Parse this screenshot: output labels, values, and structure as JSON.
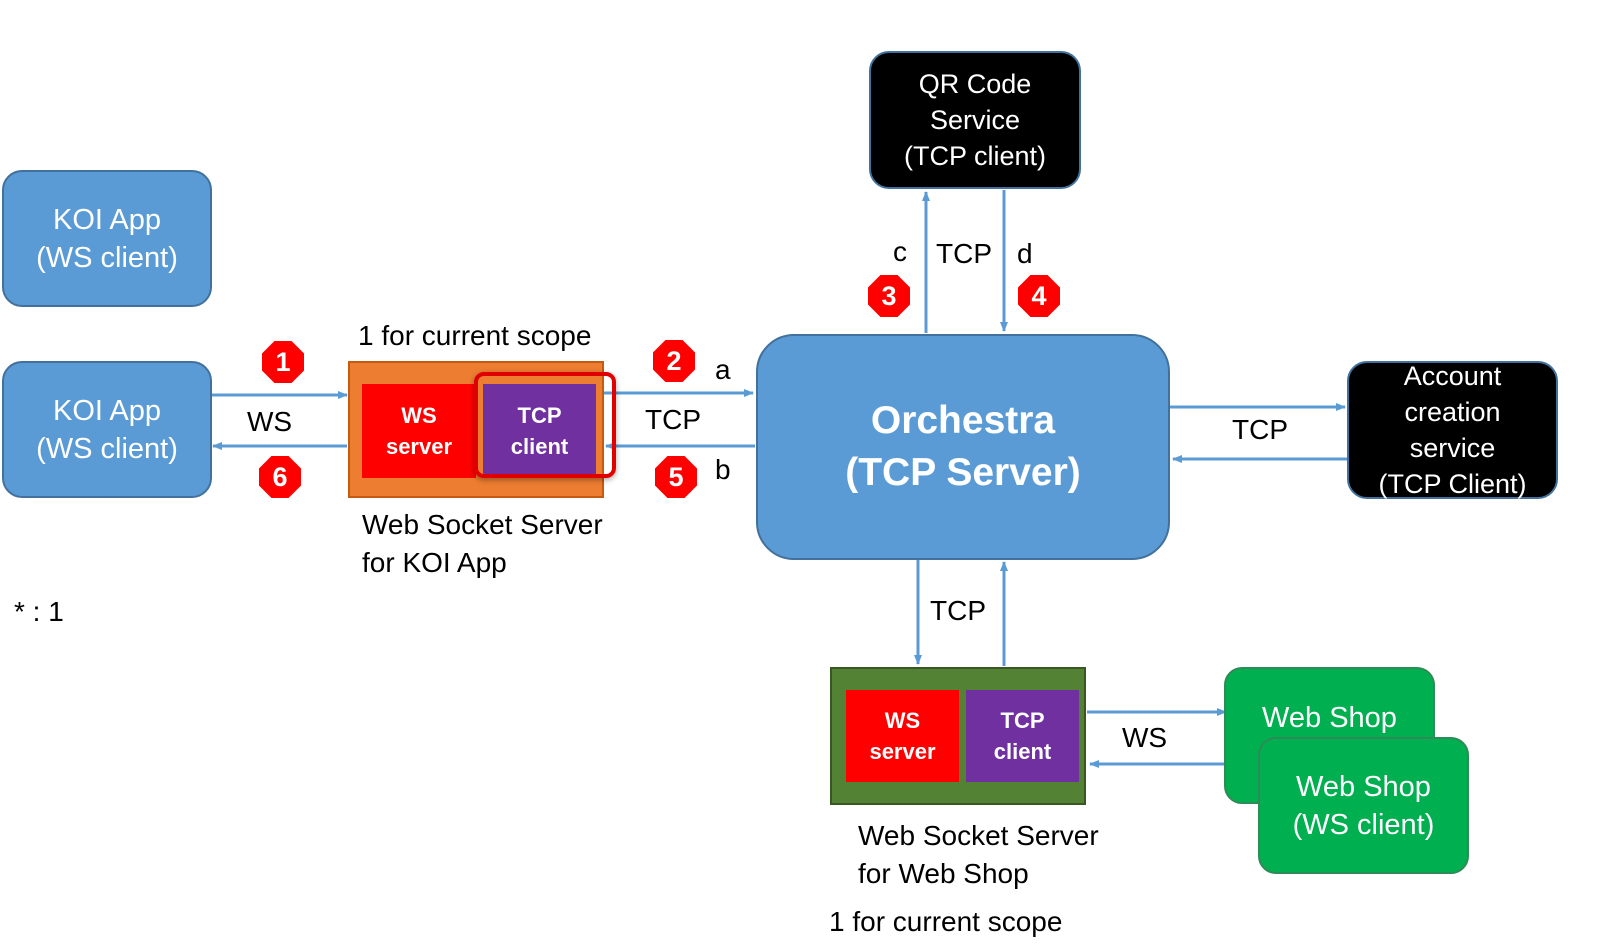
{
  "koi_app_1": {
    "line1": "KOI App",
    "line2": "(WS client)"
  },
  "koi_app_2": {
    "line1": "KOI App",
    "line2": "(WS client)"
  },
  "qr_service": {
    "line1": "QR Code",
    "line2": "Service",
    "line3": "(TCP client)"
  },
  "account_service": {
    "line1": "Account",
    "line2": "creation",
    "line3": "service",
    "line4": "(TCP Client)"
  },
  "orchestra": {
    "line1": "Orchestra",
    "line2": "(TCP Server)"
  },
  "koi_ws_server": {
    "scope_label": "1 for current scope",
    "ws_line1": "WS",
    "ws_line2": "server",
    "tcp_line1": "TCP",
    "tcp_line2": "client",
    "caption_line1": "Web Socket Server",
    "caption_line2": "for KOI App"
  },
  "shop_ws_server": {
    "ws_line1": "WS",
    "ws_line2": "server",
    "tcp_line1": "TCP",
    "tcp_line2": "client",
    "caption_line1": "Web Socket Server",
    "caption_line2": "for Web Shop",
    "scope_label": "1 for current scope"
  },
  "web_shop_back": {
    "line1": "Web Shop"
  },
  "web_shop_front": {
    "line1": "Web Shop",
    "line2": "(WS client)"
  },
  "labels": {
    "ws_koi": "WS",
    "tcp_koi_orch": "TCP",
    "tcp_qr": "TCP",
    "tcp_account": "TCP",
    "tcp_shop": "TCP",
    "ws_shop": "WS",
    "c": "c",
    "d": "d",
    "a": "a",
    "b": "b",
    "ratio": "* : 1"
  },
  "steps": [
    "1",
    "2",
    "3",
    "4",
    "5",
    "6"
  ],
  "colors": {
    "arrow": "#5b9bd5",
    "badge": "#ff0000",
    "highlight": "#e00000"
  }
}
